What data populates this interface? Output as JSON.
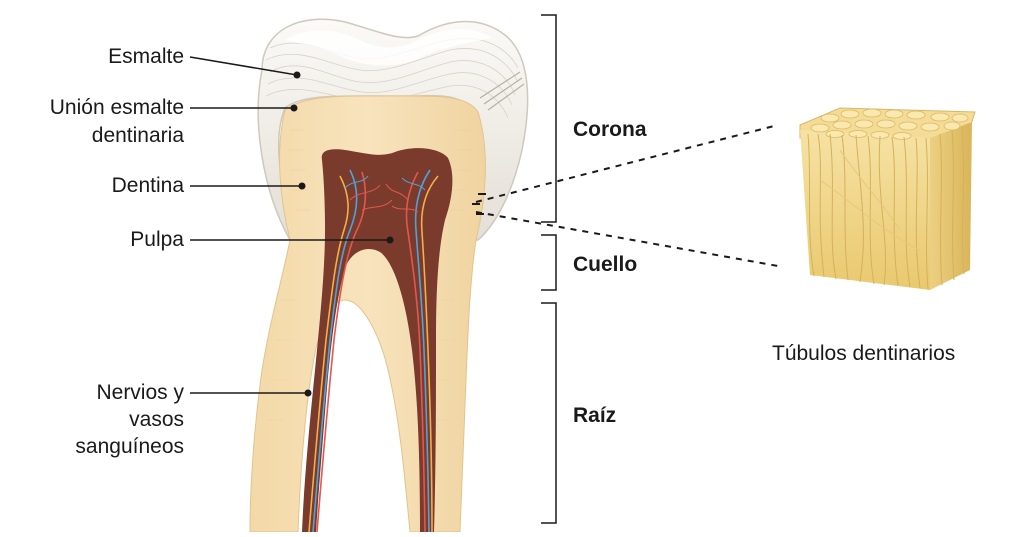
{
  "labels": {
    "esmalte": "Esmalte",
    "union_line1": "Unión esmalte",
    "union_line2": "dentinaria",
    "dentina": "Dentina",
    "pulpa": "Pulpa",
    "nervios_line1": "Nervios y",
    "nervios_line2": "vasos",
    "nervios_line3": "sanguíneos"
  },
  "regions": {
    "corona": "Corona",
    "cuello": "Cuello",
    "raiz": "Raíz"
  },
  "inset": {
    "caption": "Túbulos dentinarios"
  },
  "colors": {
    "enamel": "#eeeae4",
    "dentin": "#f5deb3",
    "pulp": "#7a3a2c",
    "nerve_blue": "#4fa3d9",
    "vessel_red": "#e0584f",
    "tubule": "#f2d98f",
    "line": "#1a1a1a"
  }
}
